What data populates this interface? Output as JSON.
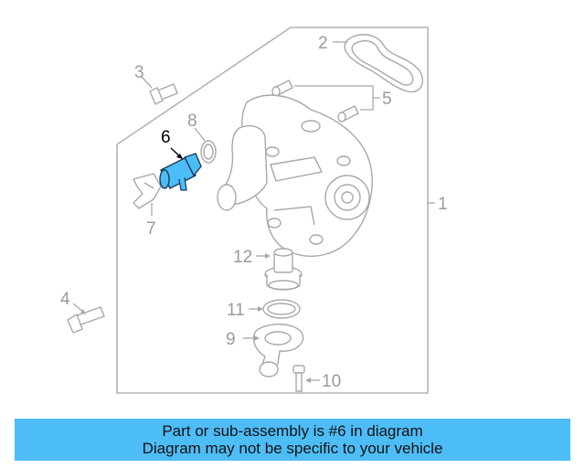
{
  "diagram": {
    "callouts": {
      "c1": "1",
      "c2": "2",
      "c3": "3",
      "c4": "4",
      "c5": "5",
      "c6": "6",
      "c7": "7",
      "c8": "8",
      "c9": "9",
      "c10": "10",
      "c11": "11",
      "c12": "12"
    },
    "highlight_color": "#4dbdf7",
    "highlighted_part": "6"
  },
  "caption": {
    "line1": "Part or sub-assembly is #6 in diagram",
    "line2": "Diagram may not be specific to your vehicle",
    "background": "#4dbdf7"
  }
}
